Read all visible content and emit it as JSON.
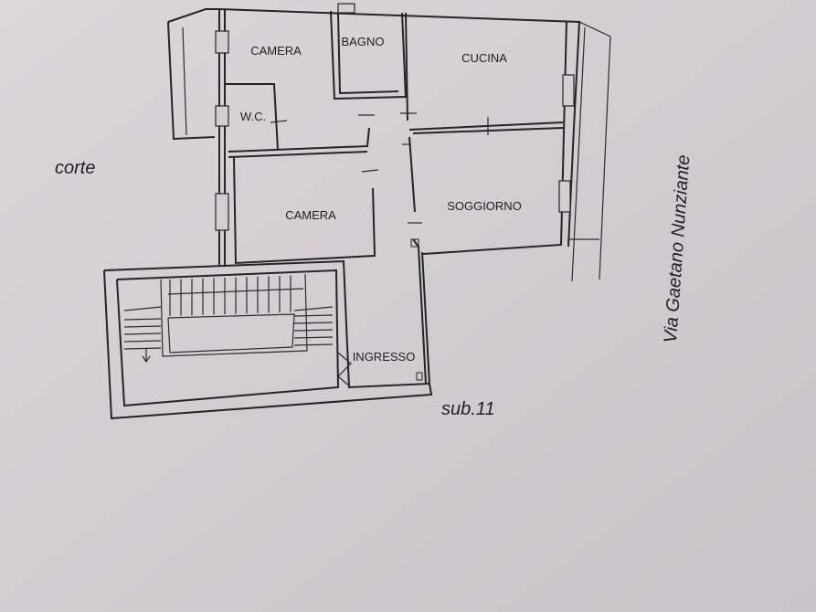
{
  "plan": {
    "rooms": {
      "camera_top": "CAMERA",
      "bagno": "BAGNO",
      "cucina": "CUCINA",
      "wc": "W.C.",
      "camera_bottom": "CAMERA",
      "soggiorno": "SOGGIORNO",
      "ingresso": "INGRESSO"
    },
    "corte": "corte",
    "street": "Via Gaetano Nunziante",
    "sub": "sub.11"
  },
  "colors": {
    "paper": "#d4ced1",
    "ink": "#232328"
  }
}
